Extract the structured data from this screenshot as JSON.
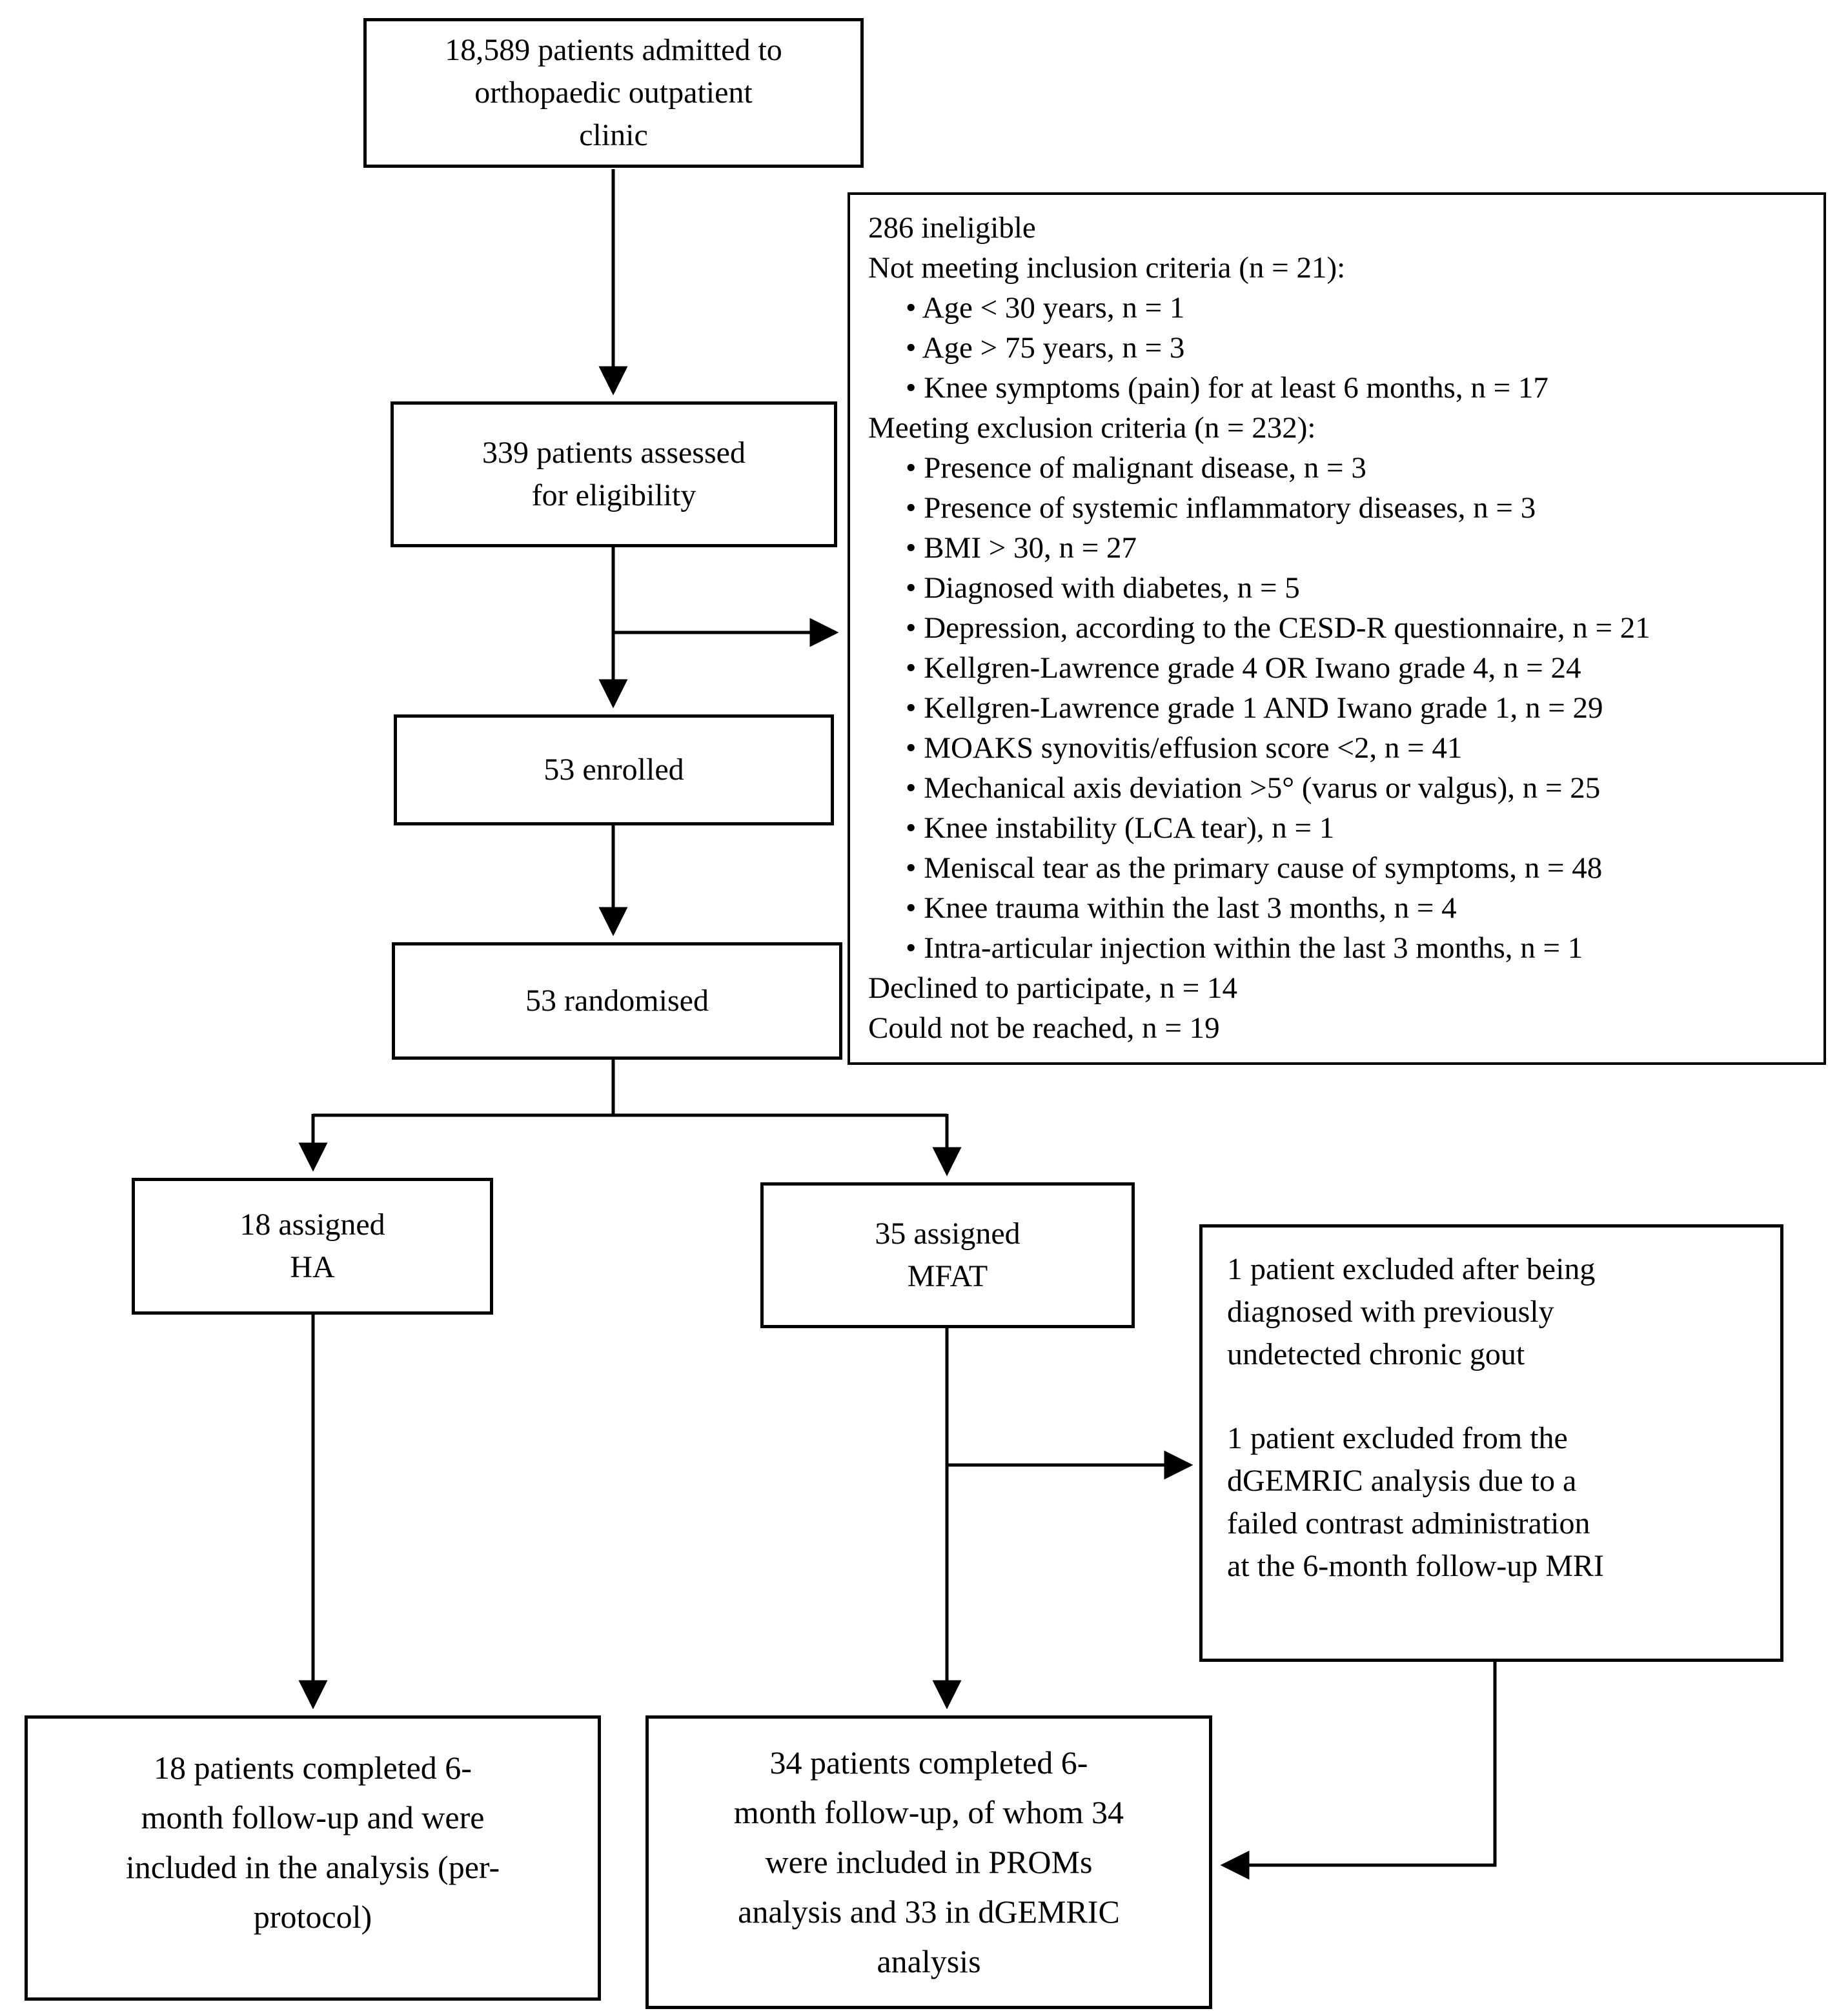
{
  "diagram": {
    "type": "flowchart",
    "title": "Patient enrollment flow diagram",
    "line_color": "#000000",
    "background_color": "#ffffff",
    "boxes": {
      "admitted": {
        "lines": [
          "18,589 patients admitted to",
          "orthopaedic outpatient",
          "clinic"
        ]
      },
      "assessed": {
        "lines": [
          "339 patients assessed",
          "for eligibility"
        ]
      },
      "ineligible": {
        "lines": [
          "286 ineligible",
          "Not meeting inclusion criteria (n = 21):",
          "•  Age < 30 years, n = 1",
          "• Age > 75 years, n = 3",
          "• Knee symptoms (pain) for at least 6 months, n = 17",
          "Meeting exclusion criteria (n = 232):",
          "• Presence of malignant disease, n = 3",
          "• Presence of systemic inflammatory diseases, n = 3",
          "• BMI > 30, n = 27",
          "• Diagnosed with diabetes, n = 5",
          "• Depression, according to the CESD-R questionnaire, n = 21",
          "• Kellgren-Lawrence grade 4 OR Iwano grade 4, n = 24",
          "• Kellgren-Lawrence grade 1 AND Iwano grade 1, n = 29",
          "• MOAKS synovitis/effusion score <2, n = 41",
          "• Mechanical axis deviation >5° (varus or valgus), n = 25",
          "• Knee instability (LCA tear), n = 1",
          "• Meniscal tear as the primary cause of symptoms, n = 48",
          "• Knee trauma within the last 3 months, n = 4",
          "• Intra-articular injection within the last 3 months, n = 1",
          "Declined to participate, n = 14",
          "Could not be reached, n = 19"
        ]
      },
      "enrolled": {
        "lines": [
          "53 enrolled"
        ]
      },
      "randomised": {
        "lines": [
          "53 randomised"
        ]
      },
      "assigned_ha": {
        "lines": [
          "18 assigned",
          "HA"
        ]
      },
      "assigned_mfat": {
        "lines": [
          "35 assigned",
          "MFAT"
        ]
      },
      "excluded_mfat": {
        "para1": [
          "1 patient excluded after being",
          "diagnosed with previously",
          "undetected chronic gout"
        ],
        "para2": [
          "1 patient excluded from the",
          "dGEMRIC analysis due to a",
          "failed contrast administration",
          "at the 6-month follow-up MRI"
        ]
      },
      "completed_ha": {
        "lines": [
          "18 patients completed 6-",
          "month follow-up and were",
          "included in the analysis (per-",
          "protocol)"
        ]
      },
      "completed_mfat": {
        "lines": [
          "34 patients completed 6-",
          "month follow-up, of whom 34",
          "were included in PROMs",
          "analysis and 33 in dGEMRIC",
          "analysis"
        ]
      }
    }
  }
}
